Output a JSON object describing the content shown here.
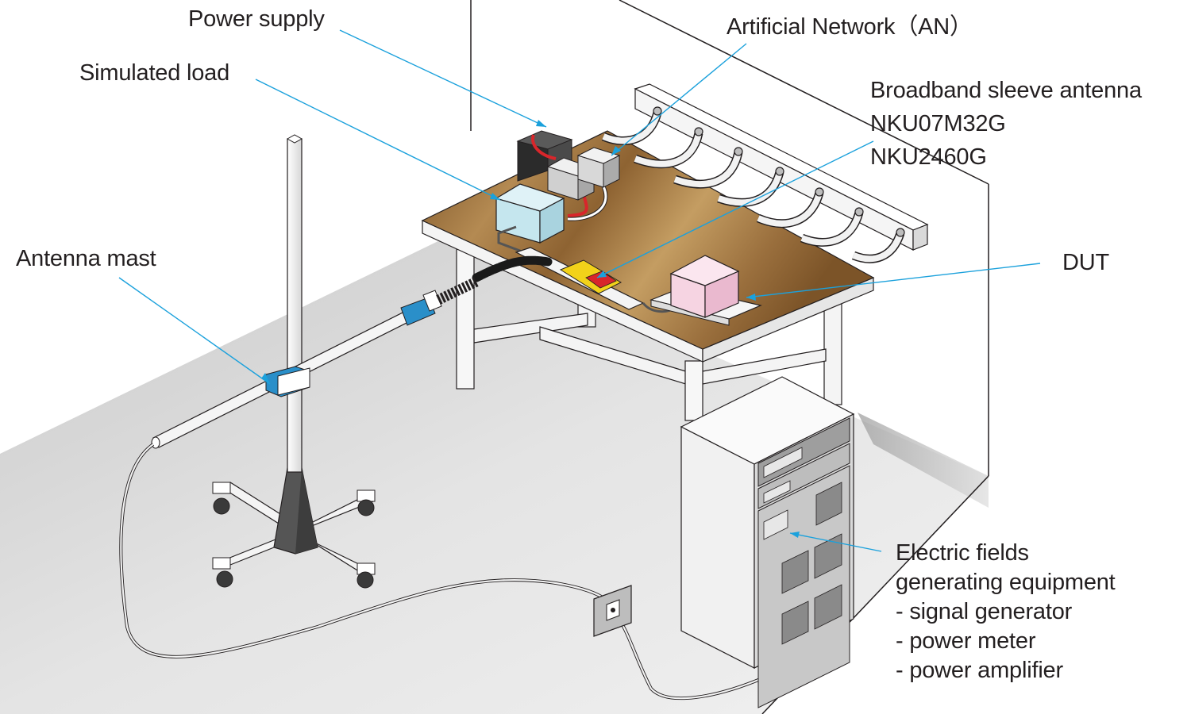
{
  "labels": {
    "power_supply": "Power supply",
    "simulated_load": "Simulated load",
    "artificial_network": "Artificial Network（AN）",
    "antenna_line1": "Broadband sleeve antenna",
    "antenna_line2": "NKU07M32G",
    "antenna_line3": "NKU2460G",
    "antenna_mast": "Antenna mast",
    "dut": "DUT",
    "equipment_line1": "Electric fields",
    "equipment_line2": "generating equipment",
    "equipment_item1": "- signal generator",
    "equipment_item2": "- power meter",
    "equipment_item3": "- power amplifier"
  },
  "colors": {
    "leader_line": "#1ba1dc",
    "text": "#231f20",
    "table_top": "#a9824a",
    "floor": "#e3e3e3",
    "table_frame": "#f7f7f7",
    "simulated_load": "#c5e6ee",
    "dut": "#f6d4e2",
    "antenna_mount": "#2a8fc9",
    "antenna_element": "#f2d21a",
    "antenna_accent": "#d8262b"
  }
}
